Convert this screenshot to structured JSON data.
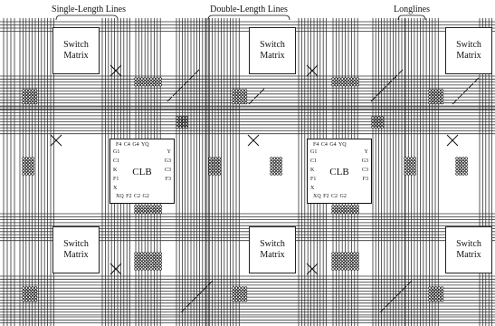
{
  "headers": {
    "single": "Single-Length Lines",
    "double": "Double-Length Lines",
    "long": "Longlines"
  },
  "switch_matrix": {
    "line1": "Switch",
    "line2": "Matrix"
  },
  "clb": {
    "name": "CLB",
    "top_pins": "F4 C4 G4 YQ",
    "bottom_pins": "XQ F2 C2 G2",
    "left_pins": [
      "G1",
      "C1",
      "K",
      "F1",
      "X"
    ],
    "right_pins": [
      "Y",
      "G3",
      "C3",
      "F3"
    ]
  },
  "colors": {
    "wire": "#333333",
    "line_dark": "#111111",
    "pip": "#ffffff"
  }
}
